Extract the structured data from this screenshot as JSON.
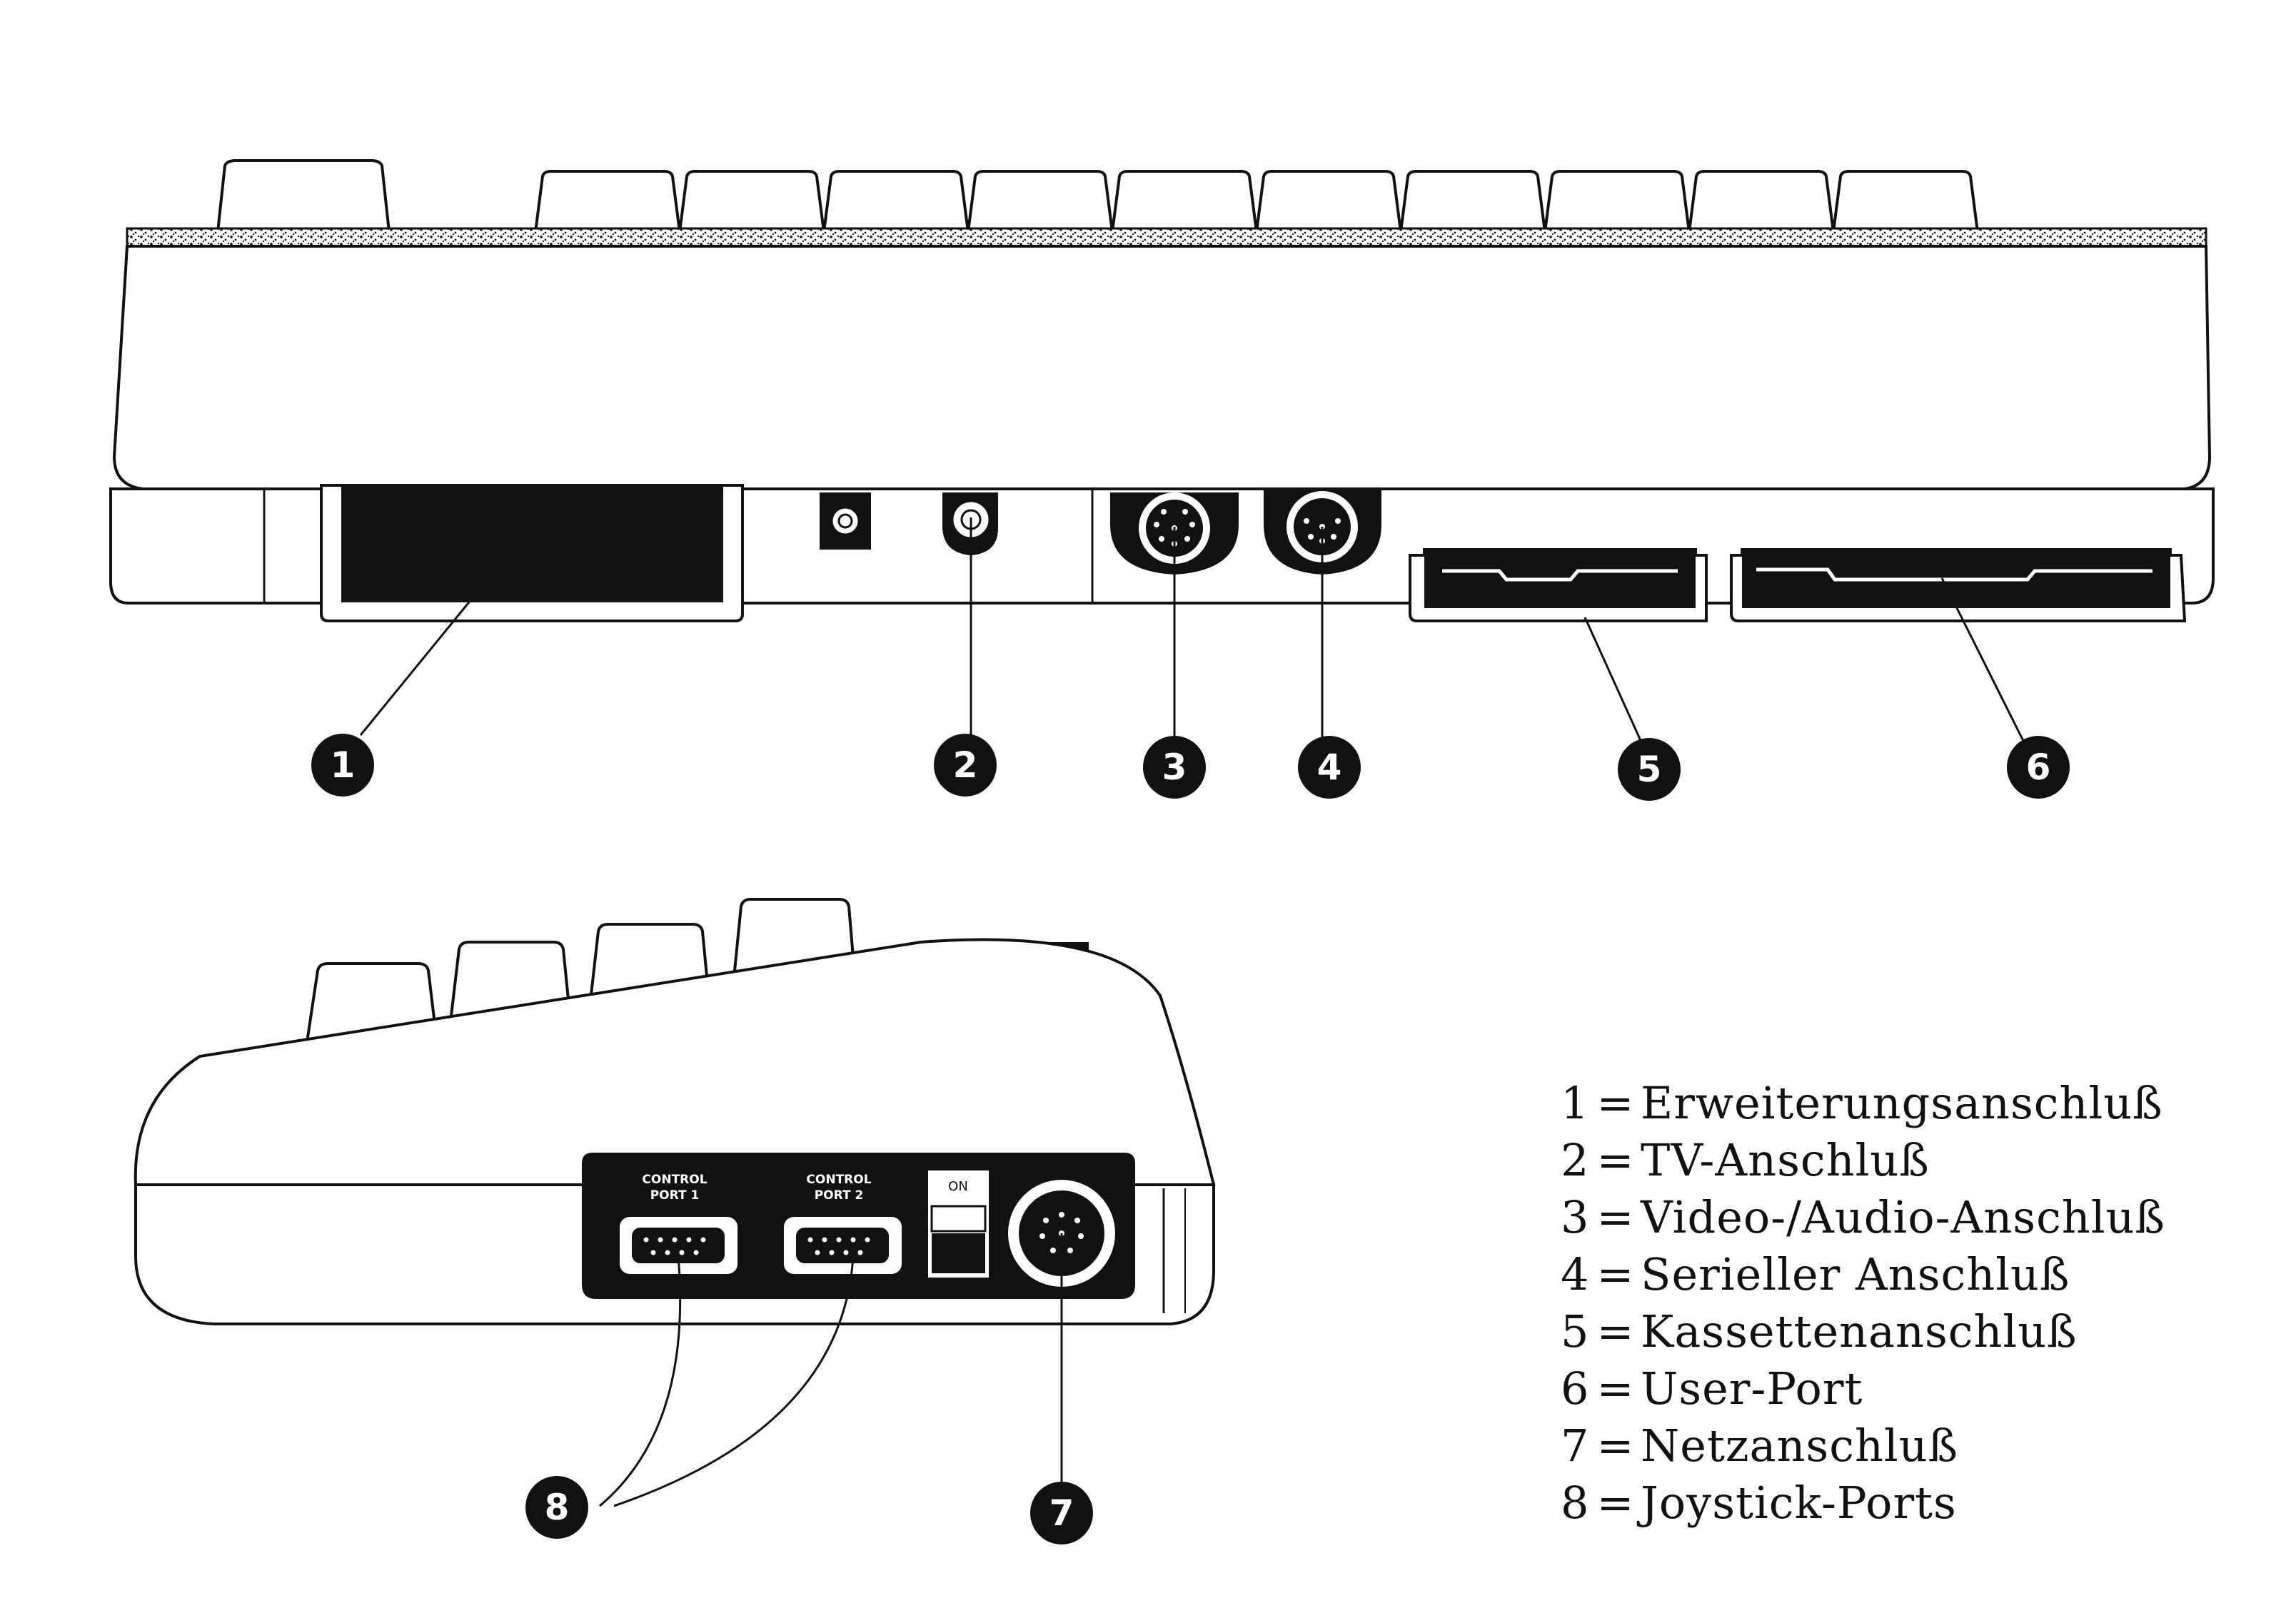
{
  "callouts": [
    "1",
    "2",
    "3",
    "4",
    "5",
    "6",
    "7",
    "8"
  ],
  "ports": {
    "control_port_1": "CONTROL PORT 1",
    "control_port_2": "CONTROL PORT 2",
    "power_switch": "ON"
  },
  "legend": {
    "separator": "=",
    "items": [
      {
        "num": "1",
        "label": "Erweiterungsanschluß"
      },
      {
        "num": "2",
        "label": "TV-Anschluß"
      },
      {
        "num": "3",
        "label": "Video-/Audio-Anschluß"
      },
      {
        "num": "4",
        "label": "Serieller Anschluß"
      },
      {
        "num": "5",
        "label": "Kassettenanschluß"
      },
      {
        "num": "6",
        "label": "User-Port"
      },
      {
        "num": "7",
        "label": "Netzanschluß"
      },
      {
        "num": "8",
        "label": "Joystick-Ports"
      }
    ]
  },
  "colors": {
    "ink": "#111111",
    "paper": "#ffffff"
  }
}
